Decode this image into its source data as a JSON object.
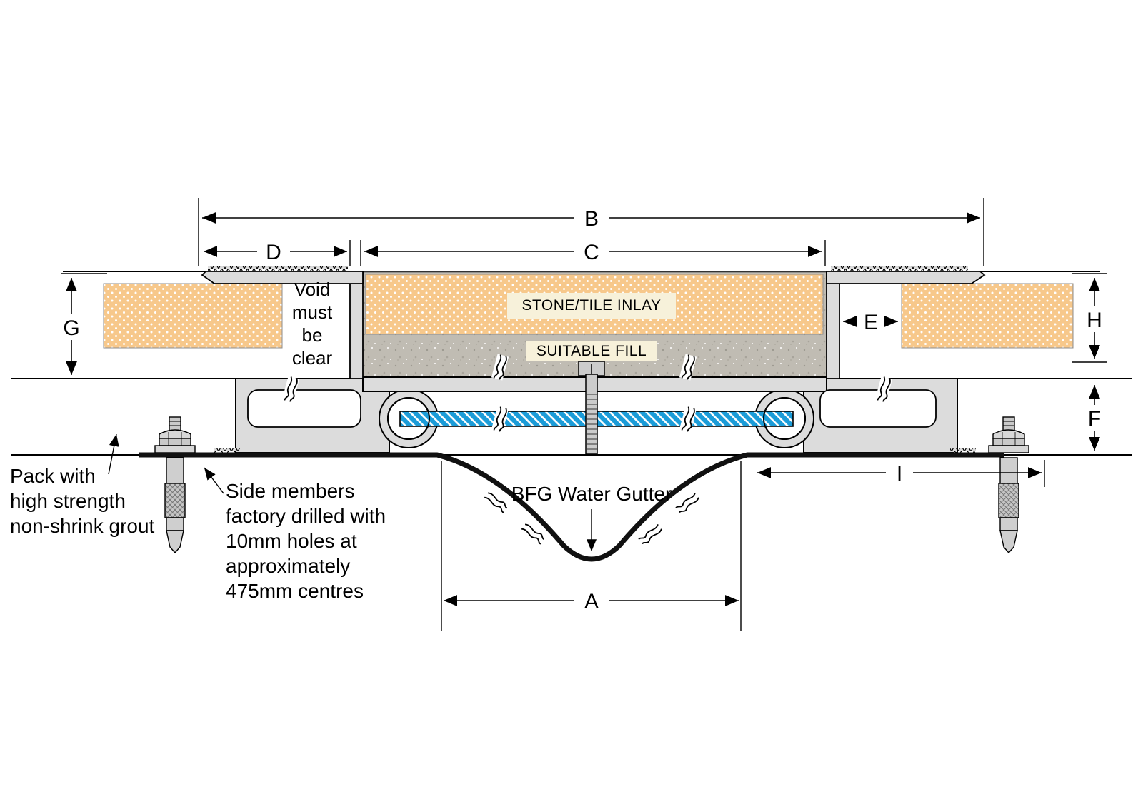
{
  "diagram": {
    "dim_labels": {
      "A": "A",
      "B": "B",
      "C": "C",
      "D": "D",
      "E": "E",
      "F": "F",
      "G": "G",
      "H": "H",
      "I": "I"
    },
    "labels": {
      "stone_tile_inlay": "STONE/TILE INLAY",
      "suitable_fill": "SUITABLE FILL",
      "water_gutter": "BFG Water Gutter"
    },
    "notes": {
      "void": {
        "l1": "Void",
        "l2": "must",
        "l3": "be",
        "l4": "clear"
      },
      "grout": {
        "l1": "Pack with",
        "l2": "high strength",
        "l3": "non-shrink grout"
      },
      "drill": {
        "l1": "Side members",
        "l2": "factory drilled with",
        "l3": "10mm holes at",
        "l4": "approximately",
        "l5": "475mm centres"
      }
    },
    "colors": {
      "slab": "#F7C88B",
      "concrete": "#C0BCB3",
      "extrusion": "#DCDCDC",
      "water_bar_blue": "#1B9CD8",
      "label_bg": "#F7F1DA",
      "line": "#000000"
    }
  }
}
